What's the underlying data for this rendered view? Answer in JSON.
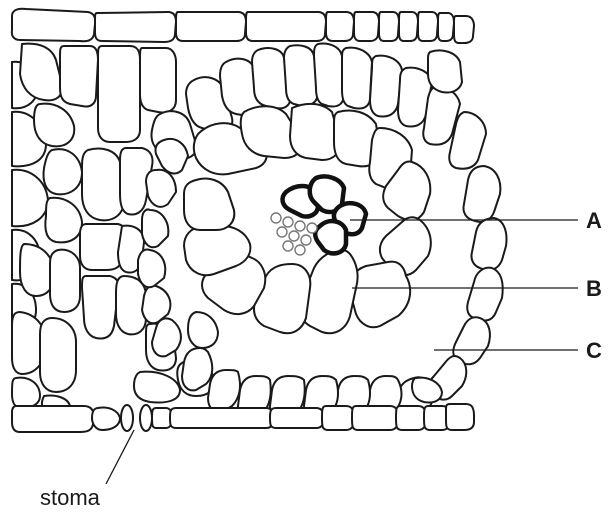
{
  "labels": {
    "a": "A",
    "b": "B",
    "c": "C",
    "stoma": "stoma"
  }
}
